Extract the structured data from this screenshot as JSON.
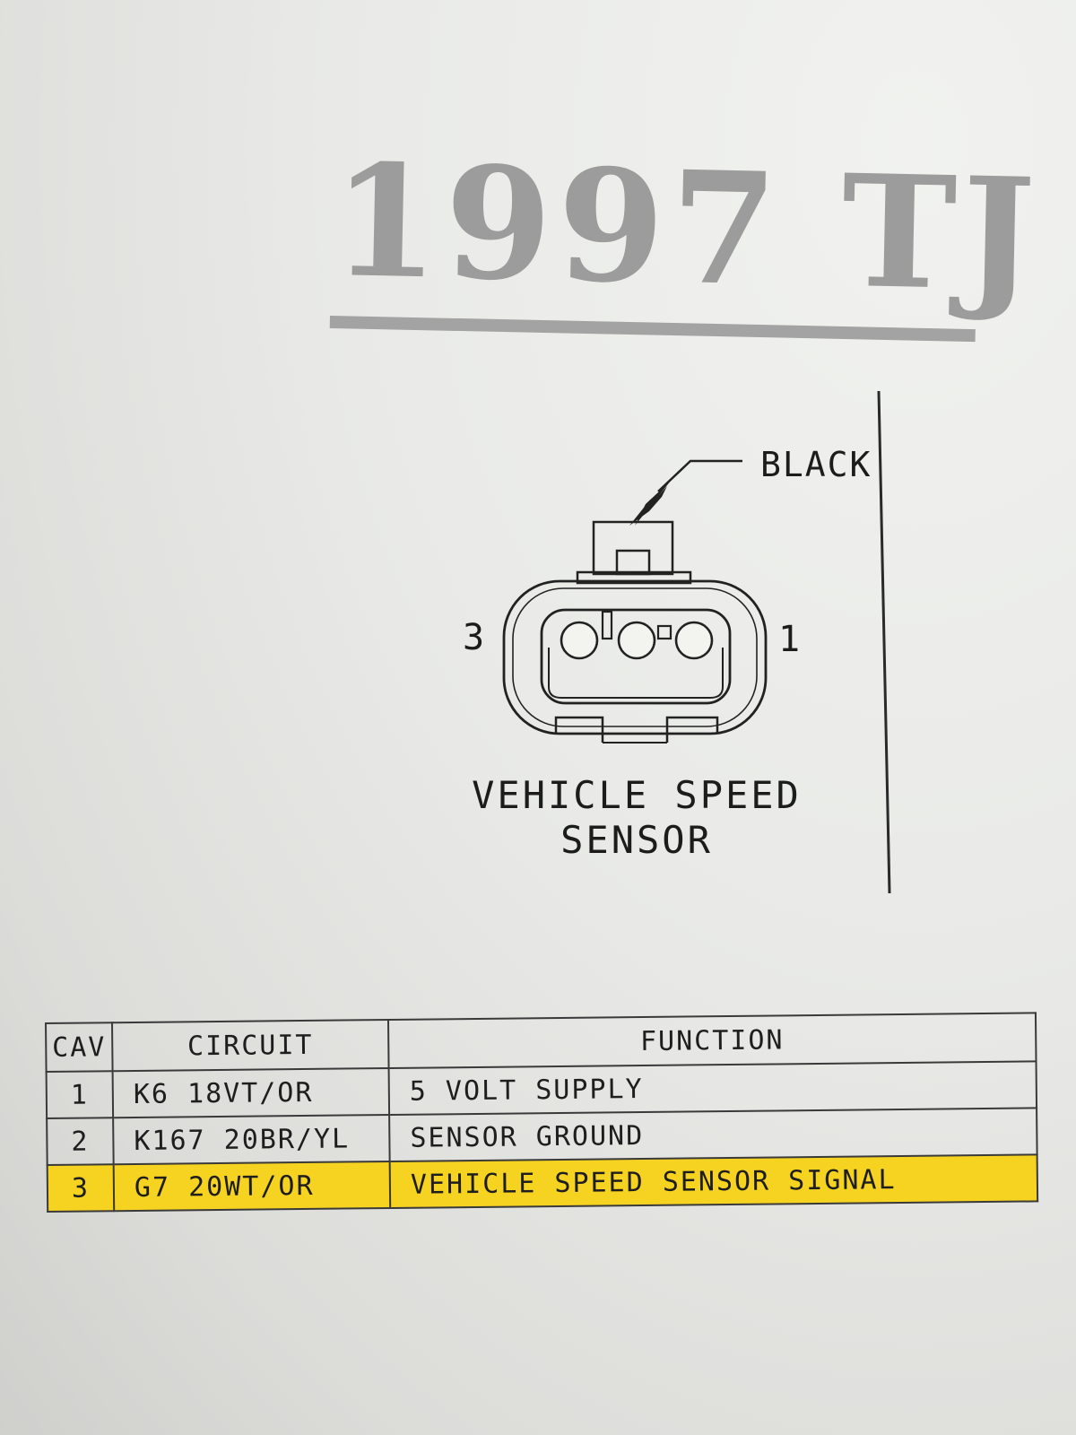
{
  "title": "1997 TJ",
  "diagram": {
    "connector_color_label": "BLACK",
    "pin_left_label": "3",
    "pin_right_label": "1",
    "connector_name": "VEHICLE SPEED SENSOR"
  },
  "table": {
    "headers": {
      "cav": "CAV",
      "circuit": "CIRCUIT",
      "function": "FUNCTION"
    },
    "rows": [
      {
        "cav": "1",
        "circuit": "K6 18VT/OR",
        "function": "5 VOLT SUPPLY",
        "highlighted": false
      },
      {
        "cav": "2",
        "circuit": "K167 20BR/YL",
        "function": "SENSOR GROUND",
        "highlighted": false
      },
      {
        "cav": "3",
        "circuit": "G7 20WT/OR",
        "function": "VEHICLE SPEED SENSOR SIGNAL",
        "highlighted": true
      }
    ]
  },
  "colors": {
    "highlight": "#f6d221",
    "title": "#9c9c9c",
    "ink": "#1c1c1c"
  }
}
